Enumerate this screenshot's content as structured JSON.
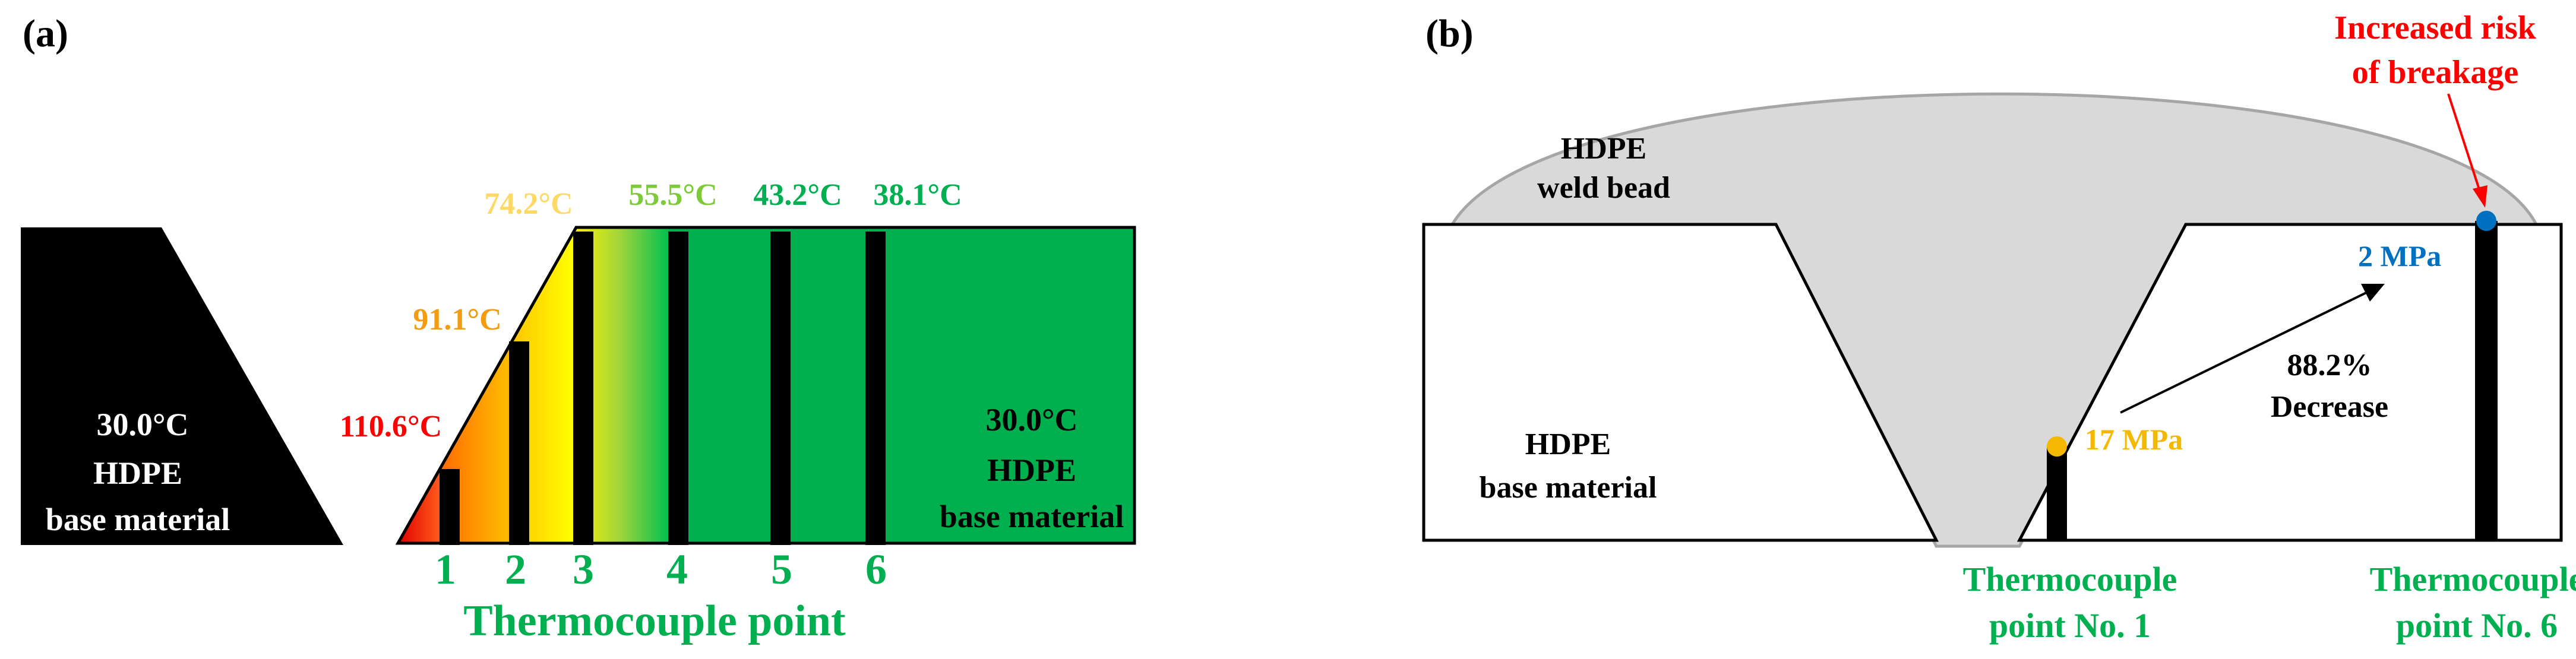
{
  "panel_a": {
    "label": "(a)",
    "left_block": {
      "temperature": "30.0°C",
      "material_line1": "HDPE",
      "material_line2": "base material"
    },
    "right_block": {
      "temperature": "30.0°C",
      "material_line1": "HDPE",
      "material_line2": "base material"
    },
    "temperatures": [
      {
        "value": "110.6°C",
        "color": "#ff0000"
      },
      {
        "value": "91.1°C",
        "color": "#f39c12"
      },
      {
        "value": "74.2°C",
        "color": "#ffd966"
      },
      {
        "value": "55.5°C",
        "color": "#7ecb3a"
      },
      {
        "value": "43.2°C",
        "color": "#00b050"
      },
      {
        "value": "38.1°C",
        "color": "#00b050"
      }
    ],
    "points": [
      "1",
      "2",
      "3",
      "4",
      "5",
      "6"
    ],
    "axis_caption": "Thermocouple point"
  },
  "panel_b": {
    "label": "(b)",
    "weld_bead_line1": "HDPE",
    "weld_bead_line2": "weld bead",
    "base_line1": "HDPE",
    "base_line2": "base material",
    "stress_low": "2 MPa",
    "stress_high": "17 MPa",
    "decrease_value": "88.2%",
    "decrease_label": "Decrease",
    "risk_line1": "Increased risk",
    "risk_line2": "of breakage",
    "tc1_line1": "Thermocouple",
    "tc1_line2": "point No. 1",
    "tc6_line1": "Thermocouple",
    "tc6_line2": "point No. 6"
  },
  "colors": {
    "green": "#00b050",
    "red": "#ff0000",
    "orange": "#f39c12",
    "gold": "#f5b800",
    "blue": "#0070c0",
    "bead_gray": "#d9d9d9",
    "black": "#000000"
  }
}
